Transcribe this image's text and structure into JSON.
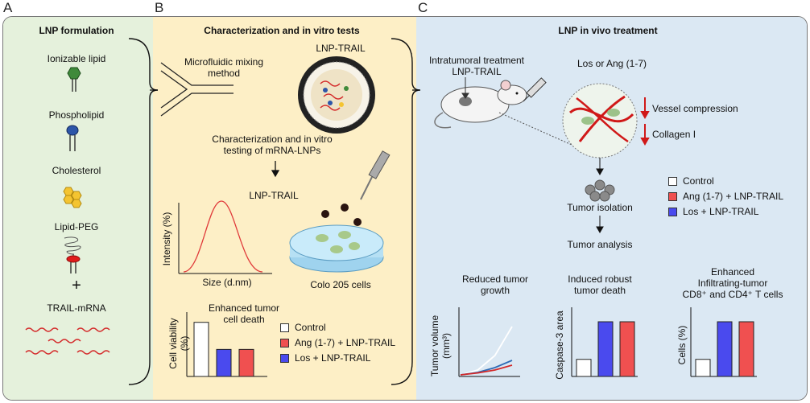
{
  "panel_letters": {
    "a": "A",
    "b": "B",
    "c": "C"
  },
  "panelA": {
    "title": "LNP formulation",
    "components": [
      "Ionizable lipid",
      "Phospholipid",
      "Cholesterol",
      "Lipid-PEG",
      "TRAIL-mRNA"
    ],
    "plus": "+"
  },
  "panelB": {
    "title": "Characterization and in vitro tests",
    "mixing": "Microfluidic mixing\nmethod",
    "lnp_label": "LNP-TRAIL",
    "characterization": "Characterization and in vitro\ntesting of mRNA-LNPs",
    "lnp_trail": "LNP-TRAIL",
    "dls": {
      "ylabel": "Intensity (%)",
      "xlabel": "Size (d.nm)"
    },
    "cells_label": "Colo 205 cells",
    "viability": {
      "title": "Enhanced tumor\ncell death",
      "ylabel": "Cell viability\n(%)"
    }
  },
  "panelC": {
    "title": "LNP in vivo treatment",
    "injection": "Intratumoral treatment\nLNP-TRAIL",
    "drug": "Los or Ang (1-7)",
    "effects": [
      "Vessel compression",
      "Collagen I"
    ],
    "isolation": "Tumor isolation",
    "analysis": "Tumor analysis",
    "outcomes": [
      {
        "title": "Reduced tumor\ngrowth",
        "ylabel": "Tumor volume\n(mm³)"
      },
      {
        "title": "Induced robust\ntumor death",
        "ylabel": "Caspase-3 area"
      },
      {
        "title": "Enhanced\nInfiltrating-tumor\nCD8⁺ and CD4⁺ T cells",
        "ylabel": "Cells (%)"
      }
    ]
  },
  "legend": [
    {
      "label": "Control",
      "color": "#ffffff"
    },
    {
      "label": "Ang (1-7) + LNP-TRAIL",
      "color": "#f05050"
    },
    {
      "label": "Los + LNP-TRAIL",
      "color": "#4a4aee"
    }
  ],
  "colors": {
    "panelA": "#e5f1dc",
    "panelB": "#fdefc6",
    "panelC": "#dbe8f3",
    "red": "#f05050",
    "blue": "#4a4aee",
    "curve_red": "#e03a3a"
  },
  "chart_data": [
    {
      "type": "bar",
      "title": "Enhanced tumor\ncell death",
      "ylabel": "Cell viability\n(%)",
      "categories": [
        "Control",
        "Los + LNP-TRAIL",
        "Ang (1-7) + LNP-TRAIL"
      ],
      "values": [
        100,
        50,
        50
      ],
      "ylim": [
        0,
        110
      ]
    },
    {
      "type": "line",
      "title": "Reduced tumor\ngrowth",
      "ylabel": "Tumor volume\n(mm³)",
      "series": [
        {
          "name": "Control",
          "values": [
            0,
            10,
            40,
            100
          ]
        },
        {
          "name": "Los + LNP-TRAIL",
          "values": [
            0,
            5,
            15,
            30
          ]
        },
        {
          "name": "Ang (1-7) + LNP-TRAIL",
          "values": [
            0,
            4,
            10,
            20
          ]
        }
      ]
    },
    {
      "type": "bar",
      "title": "Induced robust\ntumor death",
      "ylabel": "Caspase-3 area",
      "categories": [
        "Control",
        "Los + LNP-TRAIL",
        "Ang (1-7) + LNP-TRAIL"
      ],
      "values": [
        25,
        80,
        80
      ],
      "ylim": [
        0,
        100
      ]
    },
    {
      "type": "bar",
      "title": "Enhanced\nInfiltrating-tumor\nCD8⁺ and CD4⁺ T cells",
      "ylabel": "Cells (%)",
      "categories": [
        "Control",
        "Los + LNP-TRAIL",
        "Ang (1-7) + LNP-TRAIL"
      ],
      "values": [
        25,
        80,
        80
      ],
      "ylim": [
        0,
        100
      ]
    }
  ]
}
